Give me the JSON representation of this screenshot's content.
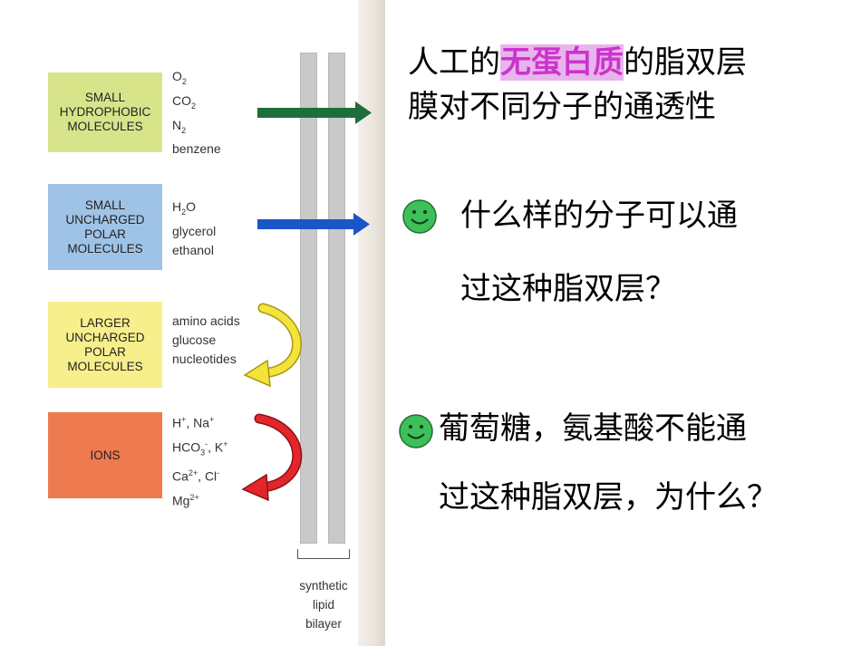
{
  "figure": {
    "categories": [
      {
        "label_lines": [
          "SMALL",
          "HYDROPHOBIC",
          "MOLECULES"
        ],
        "color": "#d7e48a",
        "molecules": [
          "O2",
          "CO2",
          "N2",
          "benzene"
        ],
        "arrow": "passes",
        "arrow_color": "#1e6e3c"
      },
      {
        "label_lines": [
          "SMALL",
          "UNCHARGED",
          "POLAR",
          "MOLECULES"
        ],
        "color": "#9fc3e6",
        "molecules": [
          "H2O",
          "glycerol",
          "ethanol"
        ],
        "arrow": "passes",
        "arrow_color": "#1a56c8"
      },
      {
        "label_lines": [
          "LARGER",
          "UNCHARGED",
          "POLAR",
          "MOLECULES"
        ],
        "color": "#f7ee8c",
        "molecules": [
          "amino acids",
          "glucose",
          "nucleotides"
        ],
        "arrow": "blocked",
        "arrow_color": "#f3e33b"
      },
      {
        "label_lines": [
          "IONS"
        ],
        "color": "#ee7a50",
        "molecules": [
          "H+, Na+",
          "HCO3-, K+",
          "Ca2+, Cl-",
          "Mg2+"
        ],
        "arrow": "blocked",
        "arrow_color": "#e3262b"
      }
    ],
    "bilayer_label_lines": [
      "synthetic",
      "lipid",
      "bilayer"
    ]
  },
  "text": {
    "title_pre": "人工的",
    "title_highlight": "无蛋白质",
    "title_post": "的脂双层",
    "title_line2": "膜对不同分子的通透性",
    "q1_line1": "什么样的分子可以通",
    "q1_line2": "过这种脂双层？",
    "q2_line1": "葡萄糖，氨基酸不能通",
    "q2_line2": "过这种脂双层，为什么？"
  },
  "colors": {
    "highlight_text": "#cc33cc",
    "highlight_bg": "#e8b4ec",
    "smiley": "#3fbf5a"
  },
  "icons": {
    "bullet": "smiley-face-icon"
  }
}
